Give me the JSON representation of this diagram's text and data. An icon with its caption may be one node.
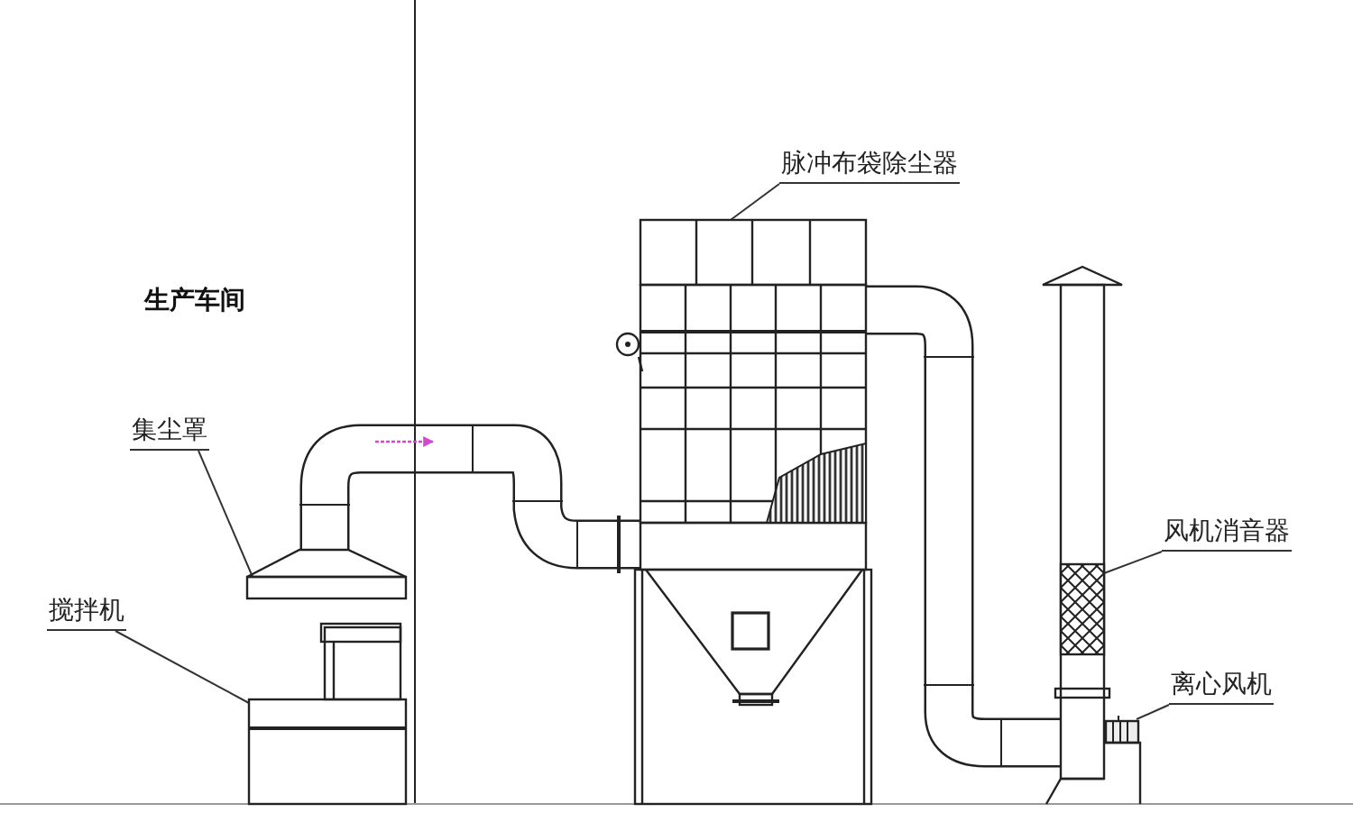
{
  "diagram": {
    "nodes": [
      {
        "text": [
          "集尘罩"
        ]
      },
      {
        "text": [],
        "shape": "picture"
      },
      {
        "text": [
          "搅拌机"
        ]
      },
      {
        "text": [],
        "shape": "picture"
      },
      {
        "text": [
          "脉冲布袋除尘器"
        ]
      },
      {
        "text": [],
        "shape": "picture"
      },
      {
        "text": [],
        "shape": "picture"
      },
      {
        "text": [
          "风机消音器"
        ]
      },
      {
        "text": [],
        "shape": "box",
        "in": 6
      },
      {
        "text": [
          "离心风机"
        ]
      },
      {
        "text": [],
        "shape": "picture"
      }
    ],
    "edges": [
      {
        "from": 0,
        "to": 1,
        "arrow": "none"
      },
      {
        "from": 2,
        "to": 3,
        "arrow": "none"
      },
      {
        "from": 4,
        "to": 5,
        "arrow": "none"
      },
      {
        "from": 7,
        "to": 8,
        "arrow": "none"
      },
      {
        "from": 9,
        "to": 10,
        "arrow": "none"
      },
      {
        "from": 1,
        "to": 5,
        "arrow": "none",
        "style": "thick"
      },
      {
        "from": 5,
        "to": 6,
        "arrow": "none",
        "style": "thick"
      }
    ],
    "labels": [
      "生产车间"
    ]
  }
}
